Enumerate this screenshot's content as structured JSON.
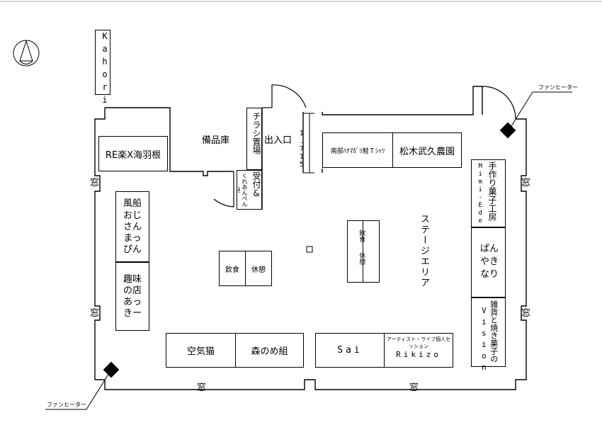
{
  "page": {
    "background": "#ffffff",
    "line_color": "#000000"
  },
  "compass": {
    "icon": "north-arrow-icon"
  },
  "kahori_booth": "Kahori",
  "storage_room": "備品庫",
  "entrance": "出入口",
  "dimension": "1.715",
  "flyer_stand": "チラシ置場",
  "reception": {
    "label": "受付&",
    "sub": "くれあんぺん屋"
  },
  "booths": {
    "re_kaiu": "RE楽X海羽根",
    "nanbu": "南部ﾊﾅﾏｶﾞﾘ鮭Ｔｼｬﾂ",
    "matsuki": "松木武久農園",
    "fusen": "風船おじさんまっぴん",
    "shumi": "趣味の店あっきー",
    "tezukuri": "手作り菓子工房",
    "mimi_eden": "Mimi-Eden",
    "panyaki": "ぱんやきなり",
    "zakka": "雑貨と焼き菓子の",
    "vision": "Vision",
    "kuki_neko": "空気猫",
    "mori_nome": "森のめ組",
    "sai": "Sai",
    "artist_session": "アーティスト・ライフ個人セッション",
    "rikizo": "Rikizo"
  },
  "rest_area_center": {
    "eat": "飲食",
    "rest": "休憩"
  },
  "rest_area_right": {
    "eat": "飲食",
    "rest": "休憩"
  },
  "stage": "ステージエリア",
  "windows": {
    "label": "窓"
  },
  "fan_heater": "ファンヒーター"
}
